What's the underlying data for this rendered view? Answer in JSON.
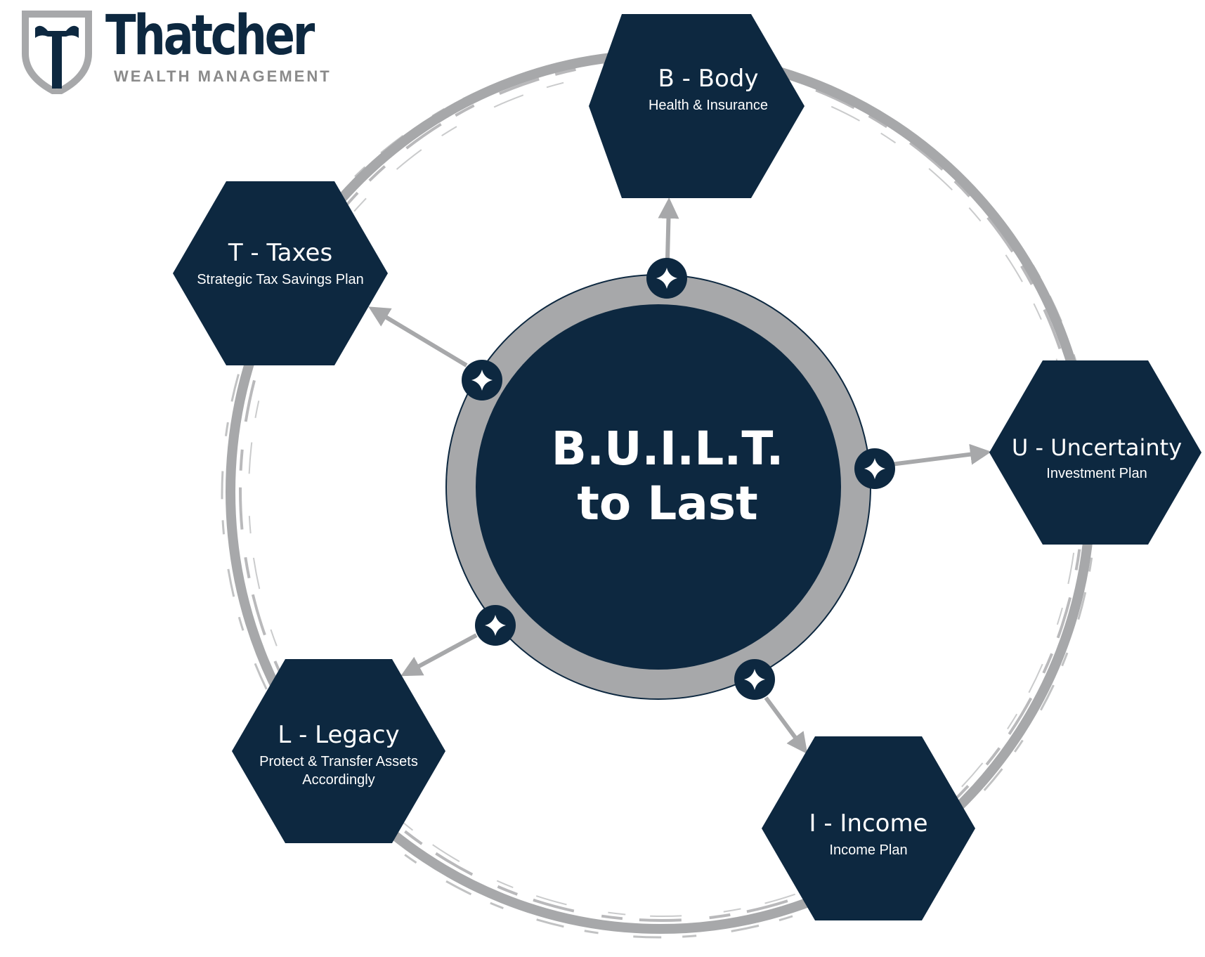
{
  "brand": {
    "name": "Thatcher",
    "tagline": "WEALTH MANAGEMENT",
    "colors": {
      "navy": "#0d2840",
      "gray": "#a7a8aa",
      "white": "#ffffff"
    }
  },
  "center": {
    "line1": "B.U.I.L.T.",
    "line2": "to Last"
  },
  "nodes": [
    {
      "id": "body",
      "title": "B - Body",
      "subtitle": "Health & Insurance"
    },
    {
      "id": "uncertainty",
      "title": "U - Uncertainty",
      "subtitle": "Investment Plan"
    },
    {
      "id": "income",
      "title": "I - Income",
      "subtitle": "Income Plan"
    },
    {
      "id": "legacy",
      "title": "L - Legacy",
      "subtitle": "Protect & Transfer Assets Accordingly"
    },
    {
      "id": "taxes",
      "title": "T - Taxes",
      "subtitle": "Strategic Tax Savings Plan"
    }
  ],
  "icons": {
    "connector": "sparkle-icon",
    "arrow": "arrow-icon",
    "logo": "shield-t-icon"
  }
}
